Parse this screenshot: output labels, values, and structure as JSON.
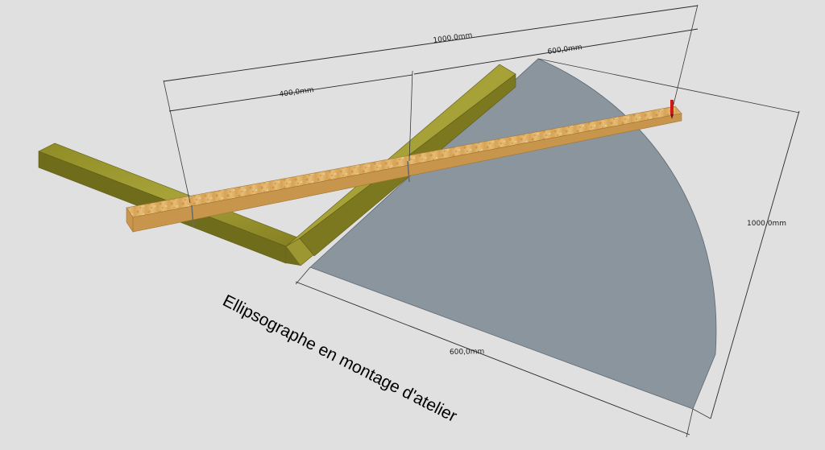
{
  "caption": "Ellipsographe en montage d'atelier",
  "dimensions": {
    "overall_length": "1000,0mm",
    "segment_left": "400,0mm",
    "segment_right": "600,0mm",
    "vertical_side": "1000,0mm",
    "bottom_side": "600,0mm"
  },
  "colors": {
    "background": "#e0e0e0",
    "quarter_plate": "#8a959e",
    "guide_rail": "#8b8a2a",
    "trammel_bar": "#d9a960",
    "pencil": "#d01818"
  }
}
